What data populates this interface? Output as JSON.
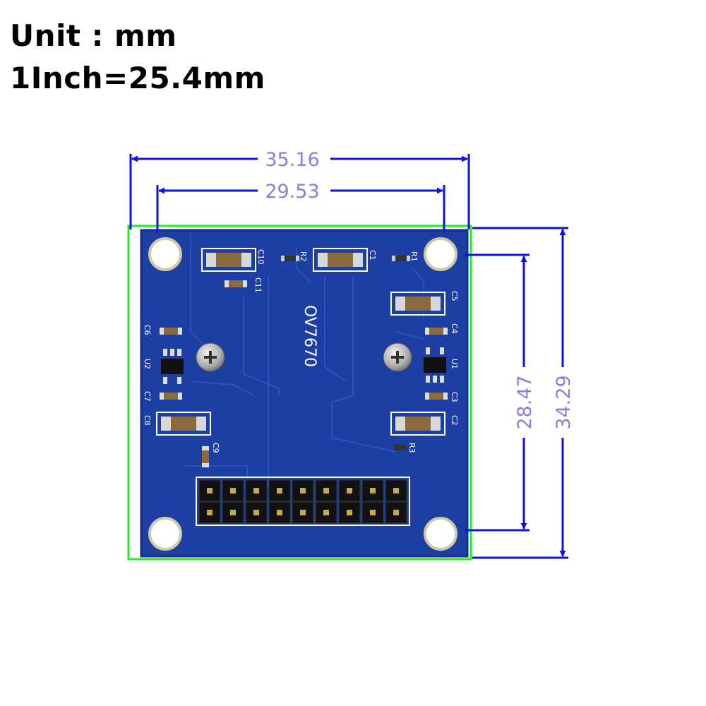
{
  "header": {
    "unit_text": "Unit : mm",
    "conversion_text": "1Inch=25.4mm"
  },
  "dimensions": {
    "overall_width": "35.16",
    "hole_spacing_width": "29.53",
    "hole_spacing_height": "28.47",
    "overall_height": "34.29"
  },
  "board": {
    "chip_label": "OV7670",
    "silkscreen": {
      "c10": "C10",
      "r2": "R2",
      "c1": "C1",
      "r1": "R1",
      "c11": "C11",
      "c5": "C5",
      "c4": "C4",
      "c6": "C6",
      "u2": "U2",
      "u1": "U1",
      "c7": "C7",
      "c8": "C8",
      "c3": "C3",
      "c2": "C2",
      "c9": "C9",
      "r3": "R3"
    }
  },
  "colors": {
    "dimension_line": "#1010e0",
    "dimension_text": "#8a7fd8",
    "board_outline": "#22ee22",
    "pcb": "#1d3fa3",
    "pad": "#d8d8d8",
    "header_pin": "#111111"
  }
}
